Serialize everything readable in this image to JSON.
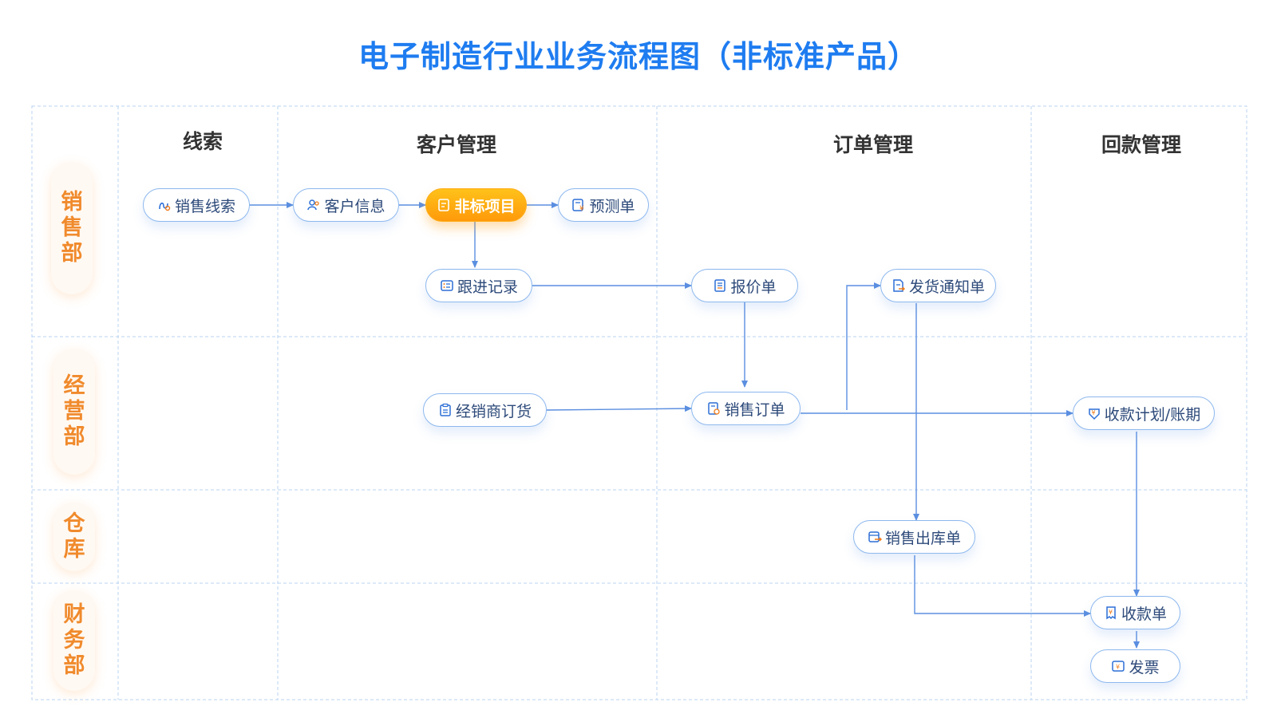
{
  "title": "电子制造行业业务流程图（非标准产品）",
  "columns": {
    "leads": "线索",
    "customer": "客户管理",
    "order": "订单管理",
    "payment": "回款管理"
  },
  "lanes": {
    "sales": [
      "销",
      "售",
      "部"
    ],
    "operations": [
      "经",
      "营",
      "部"
    ],
    "warehouse": [
      "仓",
      "库"
    ],
    "finance": [
      "财",
      "务",
      "部"
    ]
  },
  "nodes": {
    "sales_lead": "销售线索",
    "customer_info": "客户信息",
    "nonstandard_project": "非标项目",
    "forecast": "预测单",
    "follow_up": "跟进记录",
    "quotation": "报价单",
    "shipping_notice": "发货通知单",
    "dealer_order": "经销商订货",
    "sales_order": "销售订单",
    "payment_plan": "收款计划/账期",
    "sales_outbound": "销售出库单",
    "receipt": "收款单",
    "invoice": "发票"
  },
  "colors": {
    "title": "#1e7cf0",
    "lane_text": "#f08a2c",
    "node_border": "#8db8ee",
    "node_text": "#2d4a7a",
    "arrow": "#5b8fe0",
    "highlight": "#ffae1a",
    "grid": "#b8d3f2"
  },
  "icons": {
    "sales_lead": "lead-icon",
    "customer_info": "customer-icon",
    "nonstandard_project": "document-icon",
    "forecast": "forecast-icon",
    "follow_up": "record-icon",
    "quotation": "quote-icon",
    "shipping_notice": "shipping-notice-icon",
    "dealer_order": "clipboard-icon",
    "sales_order": "order-icon",
    "payment_plan": "payment-plan-icon",
    "sales_outbound": "outbound-icon",
    "receipt": "receipt-icon",
    "invoice": "invoice-icon"
  }
}
